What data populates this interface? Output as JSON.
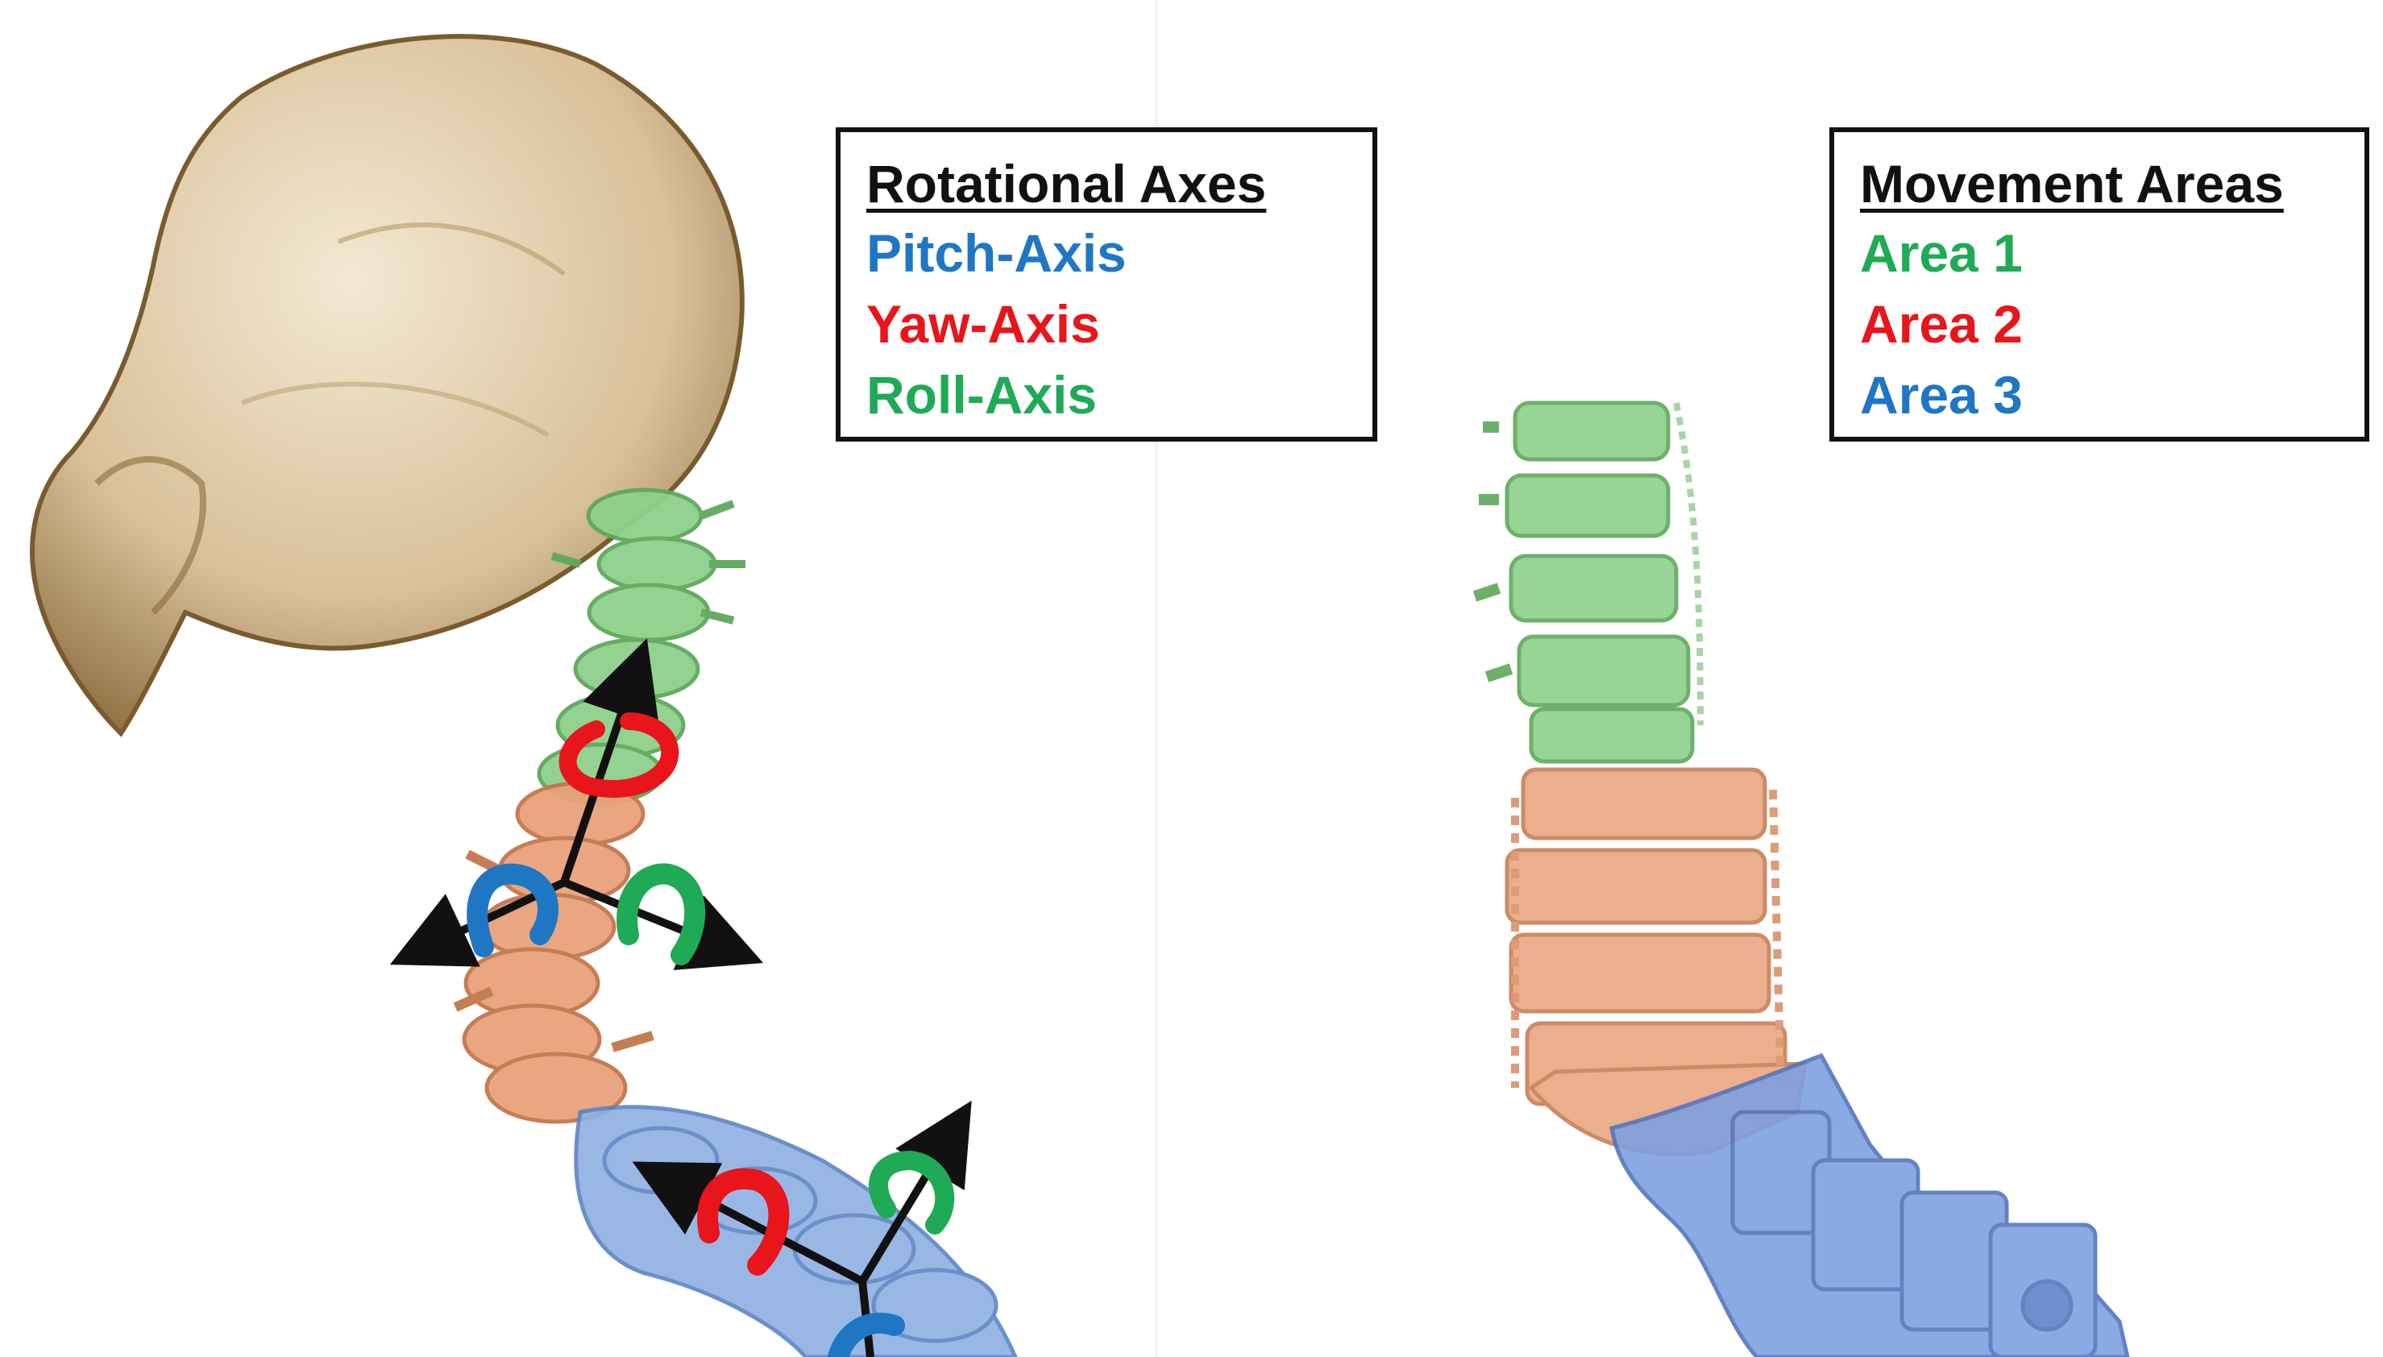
{
  "legends": {
    "rotational_axes": {
      "title": "Rotational Axes",
      "items": [
        {
          "label": "Pitch-Axis",
          "color": "#1f77c4"
        },
        {
          "label": "Yaw-Axis",
          "color": "#e8151b"
        },
        {
          "label": "Roll-Axis",
          "color": "#1faa55"
        }
      ]
    },
    "movement_areas": {
      "title": "Movement Areas",
      "items": [
        {
          "label": "Area 1",
          "color": "#1faa55"
        },
        {
          "label": "Area 2",
          "color": "#e8151b"
        },
        {
          "label": "Area 3",
          "color": "#1f77c4"
        }
      ]
    }
  },
  "colors": {
    "skull": "#c9ad7e",
    "area1_segment": "#8fd08c",
    "area2_segment": "#e8a27a",
    "area3_segment": "#8fb0e2",
    "robot_area3": "#7fa0df",
    "axis_arrow": "#111111"
  }
}
